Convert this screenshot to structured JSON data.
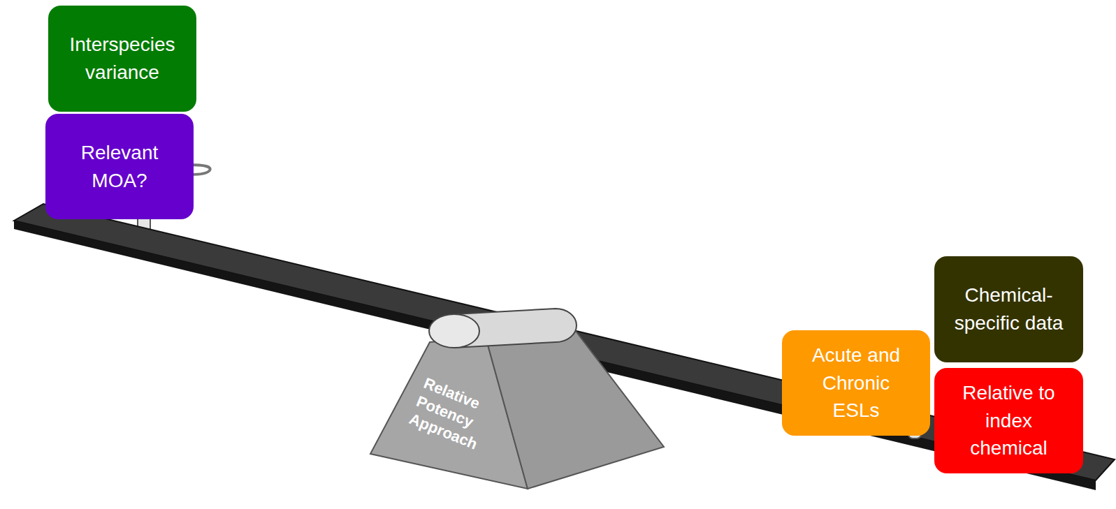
{
  "diagram": {
    "nodes": [
      {
        "text": [
          "Interspecies variance"
        ]
      },
      {
        "text": [
          "Relevant MOA?"
        ]
      },
      {
        "text": [
          "Relative Potency Approach"
        ]
      },
      {
        "text": [
          "Acute and Chronic ESLs"
        ]
      },
      {
        "text": [
          "Chemical-specific data"
        ]
      },
      {
        "text": [
          "Relative to index chemical"
        ]
      }
    ]
  }
}
